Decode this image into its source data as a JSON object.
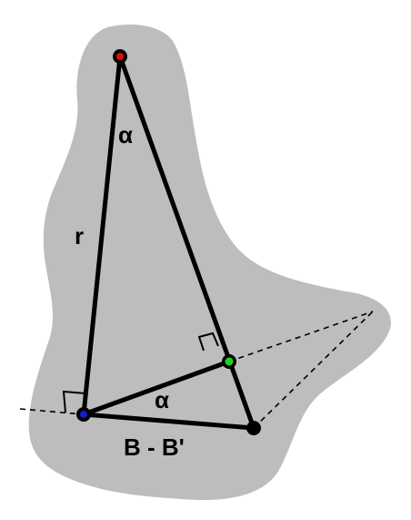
{
  "labels": {
    "top_angle": "α",
    "side": "r",
    "bottom_angle": "α",
    "base": "B - B'"
  },
  "colors": {
    "blob": "#bdbdbd",
    "line": "#000000",
    "top_point": "#e01010",
    "left_point": "#1020d0",
    "mid_point": "#20d020",
    "right_point": "#000000"
  }
}
